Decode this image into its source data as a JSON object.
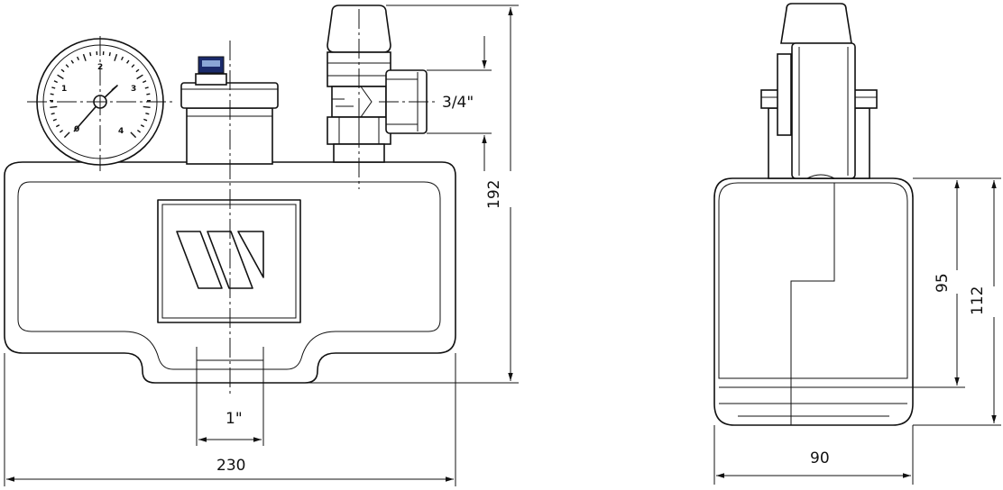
{
  "dimensions": {
    "width_overall": "230",
    "height_overall": "192",
    "thread_outlet": "3/4\"",
    "thread_inlet": "1\"",
    "depth": "90",
    "height_112": "112",
    "height_95": "95"
  },
  "gauge": {
    "scale_labels": [
      "0",
      "1",
      "2",
      "3",
      "4"
    ]
  },
  "colors": {
    "line": "#111111",
    "vent_cap": "#1a2a6b"
  }
}
